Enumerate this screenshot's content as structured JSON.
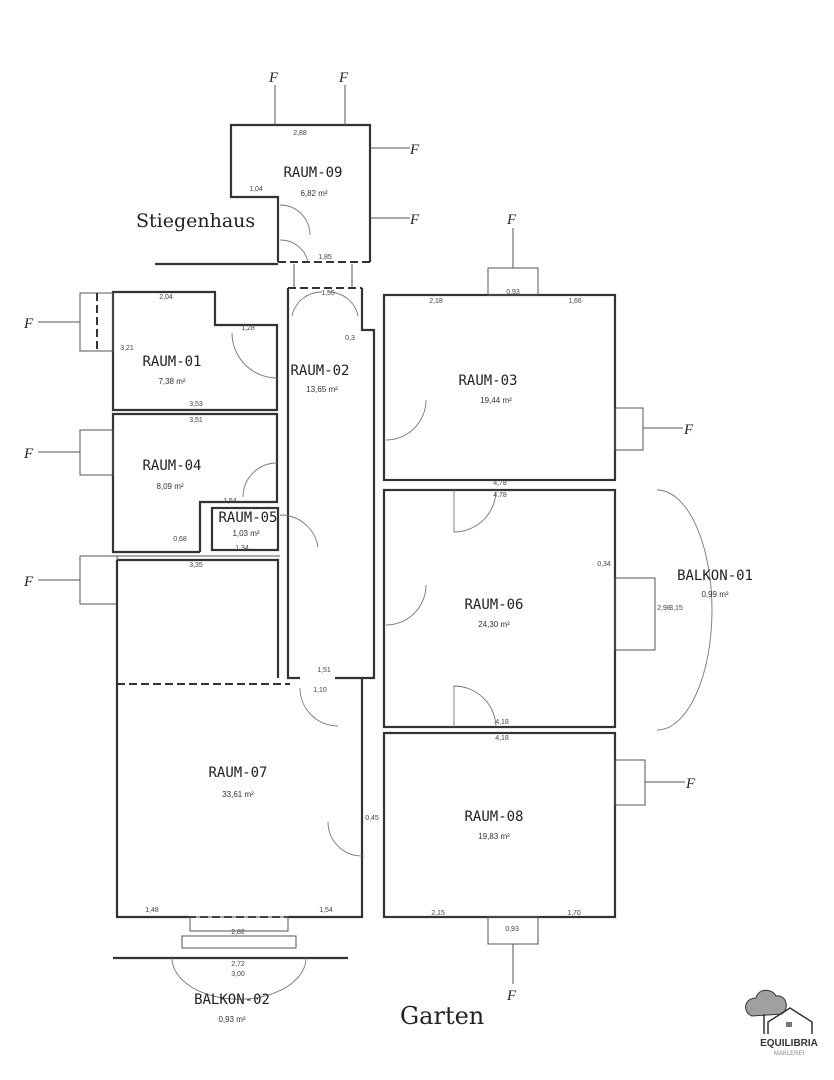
{
  "labels": {
    "stiegenhaus": "Stiegenhaus",
    "garten": "Garten",
    "f": "F"
  },
  "rooms": [
    {
      "name": "RAUM-09",
      "area": "6,82 m²"
    },
    {
      "name": "RAUM-01",
      "area": "7,38 m²"
    },
    {
      "name": "RAUM-02",
      "area": "13,65 m²"
    },
    {
      "name": "RAUM-03",
      "area": "19,44 m²"
    },
    {
      "name": "RAUM-04",
      "area": "8,09 m²"
    },
    {
      "name": "RAUM-05",
      "area": "1,03 m²"
    },
    {
      "name": "RAUM-06",
      "area": "24,30 m²"
    },
    {
      "name": "RAUM-07",
      "area": "33,61 m²"
    },
    {
      "name": "RAUM-08",
      "area": "19,83 m²"
    },
    {
      "name": "BALKON-01",
      "area": "0,99 m²"
    },
    {
      "name": "BALKON-02",
      "area": "0,93 m²"
    }
  ],
  "dimensions": [
    "2,88",
    "1,04",
    "1,85",
    "1,55",
    "2,04",
    "1,28",
    "3,21",
    "3,53",
    "3,51",
    "1,54",
    "3,35",
    "0,68",
    "1,34",
    "2,18",
    "0,93",
    "1,66",
    "4,78",
    "4,78",
    "4,18",
    "4,18",
    "1,48",
    "1,54",
    "2,82",
    "2,72",
    "3,00",
    "2,15",
    "1,70",
    "0,93",
    "2,98",
    "3,15",
    "0,45",
    "1,10",
    "1,51",
    "0,34",
    "0,3"
  ],
  "logo": {
    "name": "EQUILIBRIA",
    "sub": "MAKLEREI"
  },
  "colors": {
    "wall": "#333333",
    "logo_cloud": "#a0a0a0"
  }
}
